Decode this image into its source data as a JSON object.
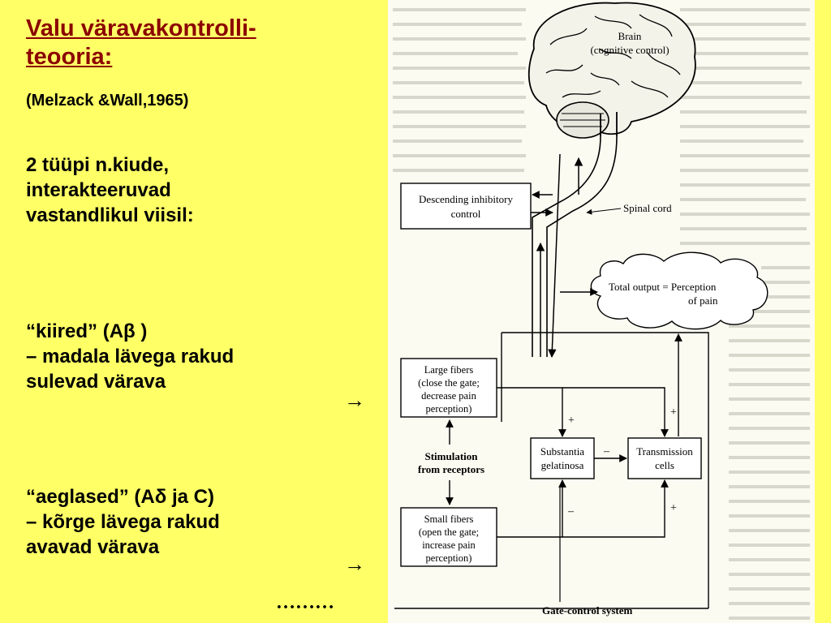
{
  "slide": {
    "title_line1": "Valu  väravakontrolli-",
    "title_line2": "teooria:",
    "subtitle": "(Melzack &Wall,1965)",
    "intro_line1": "2  tüüpi  n.kiude,",
    "intro_line2": "interakteeruvad",
    "intro_line3": "vastandlikul viisil:",
    "fast_line1": "“kiired”    (Aβ )",
    "fast_line2": "– madala lävega rakud",
    "fast_line3": "sulevad värava",
    "slow_line1": "“aeglased”  (Aδ ja C)",
    "slow_line2": "– kõrge lävega rakud",
    "slow_line3": "avavad värava",
    "arrow_glyph": "→",
    "ellipsis": "………"
  },
  "diagram": {
    "brain_label_1": "Brain",
    "brain_label_2": "(cognitive control)",
    "descending_1": "Descending inhibitory",
    "descending_2": "control",
    "spinal_cord": "Spinal cord",
    "total_output_1": "Total output =  Perception",
    "total_output_2": "of pain",
    "large_1": "Large fibers",
    "large_2": "(close the gate;",
    "large_3": "decrease pain",
    "large_4": "perception)",
    "stim_1": "Stimulation",
    "stim_2": "from receptors",
    "sg_1": "Substantia",
    "sg_2": "gelatinosa",
    "tc_1": "Transmission",
    "tc_2": "cells",
    "small_1": "Small fibers",
    "small_2": "(open the gate;",
    "small_3": "increase pain",
    "small_4": "perception)",
    "plus": "+",
    "minus": "–",
    "caption": "Gate-control system"
  },
  "colors": {
    "background": "#ffff66",
    "title": "#8b0000"
  }
}
